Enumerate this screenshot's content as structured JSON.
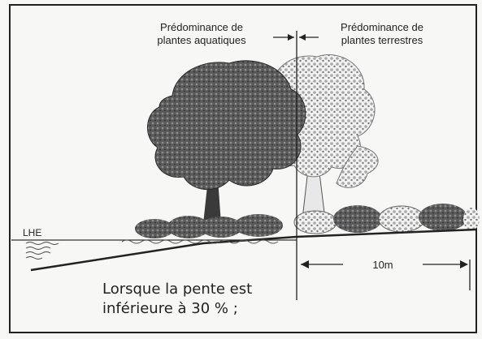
{
  "labels": {
    "left_zone": [
      "Prédominance de",
      "plantes aquatiques"
    ],
    "right_zone": [
      "Prédominance de",
      "plantes terrestres"
    ],
    "water_line": "LHE",
    "distance": "10m",
    "caption": [
      "Lorsque la pente est",
      "inférieure à 30 % ;"
    ]
  },
  "colors": {
    "ink": "#222222",
    "foliage_dark": "#3d3d3d",
    "foliage_light": "#9a9a9a",
    "background": "#f7f7f5"
  }
}
